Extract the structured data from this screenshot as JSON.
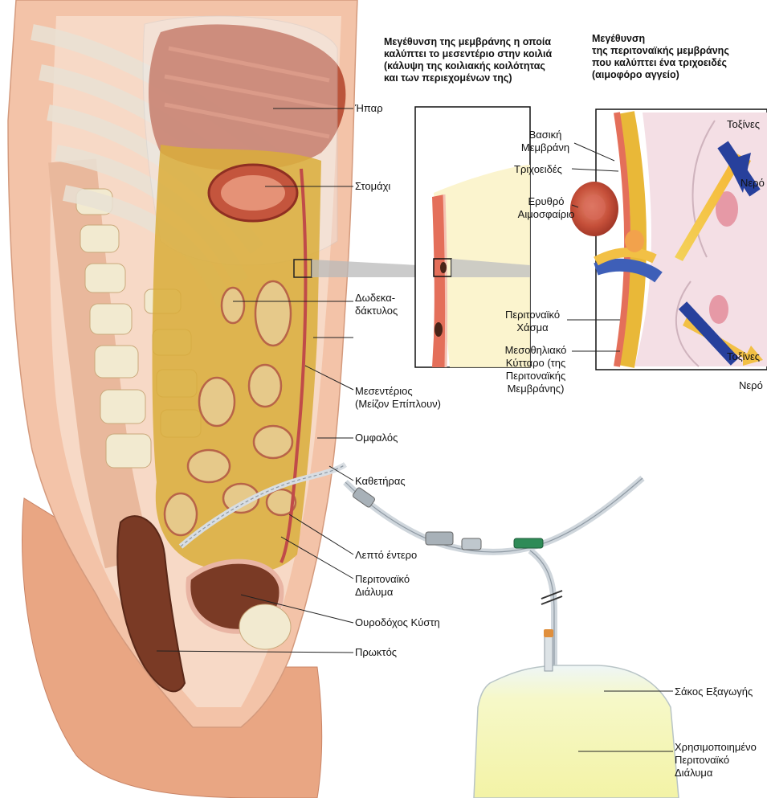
{
  "headers": {
    "mesentery_zoom": "Μεγέθυνση της μεμβράνης η οποία\nκαλύπτει το μεσεντέριο στην κοιλιά\n(κάλυψη της κοιλιακής κοιλότητας\nκαι των περιεχομένων της)",
    "peritoneal_zoom": "Μεγέθυνση\nτης περιτοναϊκής μεμβράνης\nπου καλύπτει ένα τριχοειδές\n(αιμοφόρο αγγείο)"
  },
  "labels": {
    "liver": "Ήπαρ",
    "stomach": "Στομάχι",
    "duodenum": "Δωδεκα-\nδάκτυλος",
    "mesentery": "Μεσεντέριος\n(Μείζον Επίπλουν)",
    "navel": "Ομφαλός",
    "catheter": "Καθετήρας",
    "small_intestine": "Λεπτό έντερο",
    "peritoneal_solution": "Περιτοναϊκό\nΔιάλυμα",
    "bladder": "Ουροδόχος Κύστη",
    "rectum": "Πρωκτός",
    "basement_membrane": "Βασική\nΜεμβράνη",
    "capillary": "Τριχοειδές",
    "red_blood_cell": "Ερυθρό\nΑιμοσφαίριο",
    "peritoneal_gap": "Περιτοναϊκό\nΧάσμα",
    "mesothelial_cell": "Μεσοθηλιακό\nΚύτταρο (της\nΠεριτοναϊκής\nΜεμβράνης)",
    "toxins_top": "Τοξίνες",
    "water_top": "Νερό",
    "toxins_bottom": "Τοξίνες",
    "water_bottom": "Νερό",
    "drain_bag": "Σάκος Εξαγωγής",
    "used_solution": "Χρησιμοποιημένο\nΠεριτοναϊκό\nΔιάλυμα"
  },
  "colors": {
    "skin": "#f3c3a8",
    "tissue": "#f7d9c6",
    "bone": "#f2ead0",
    "fluid": "#d9ad3a",
    "muscle": "#a83f2c",
    "bag_fluid": "#f4f4b8"
  }
}
